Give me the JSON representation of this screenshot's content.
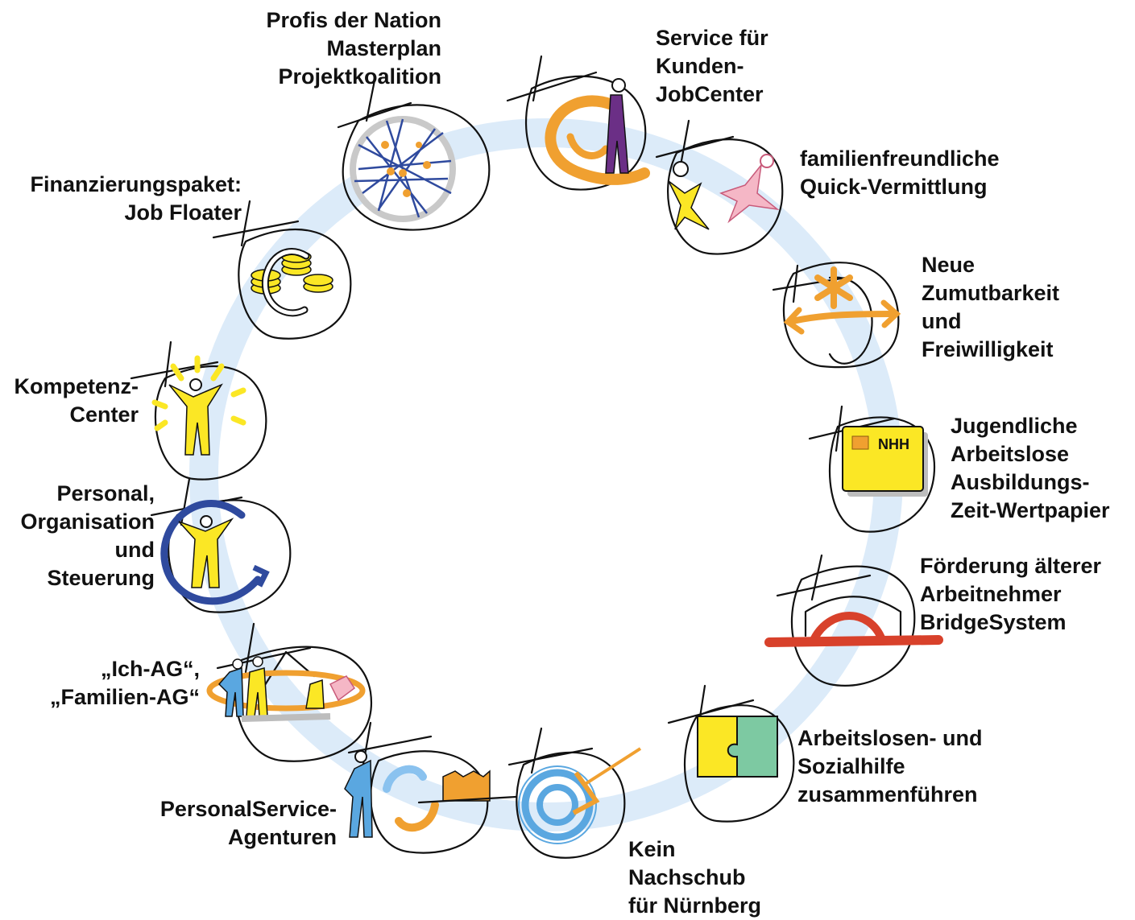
{
  "colors": {
    "ring": "#dcebf9",
    "orange": "#f0a030",
    "yellow": "#fbe725",
    "purple": "#6b2f86",
    "pink": "#f5b7c6",
    "blue": "#2f4a9e",
    "lightblue": "#5aa7e0",
    "red": "#d8412b",
    "green": "#7dc9a2",
    "gray": "#bdbdbd"
  },
  "card_badge": "NHH",
  "items": [
    {
      "id": "profis",
      "icon": "network-icon",
      "lines": [
        "Profis der Nation",
        "Masterplan",
        "Projektkoalition"
      ]
    },
    {
      "id": "service",
      "icon": "jobcenter-person-icon",
      "lines": [
        "Service für",
        "Kunden-",
        "JobCenter"
      ]
    },
    {
      "id": "familie",
      "icon": "family-figures-icon",
      "lines": [
        "familienfreundliche",
        "Quick-Vermittlung"
      ]
    },
    {
      "id": "zumutbarkeit",
      "icon": "asterisk-arrow-icon",
      "lines": [
        "Neue",
        "Zumutbarkeit",
        "und",
        "Freiwilligkeit"
      ]
    },
    {
      "id": "jugendliche",
      "icon": "chip-card-icon",
      "lines": [
        "Jugendliche",
        "Arbeitslose",
        "Ausbildungs-",
        "Zeit-Wertpapier"
      ]
    },
    {
      "id": "aeltere",
      "icon": "bridge-icon",
      "lines": [
        "Förderung älterer",
        "Arbeitnehmer",
        "BridgeSystem"
      ]
    },
    {
      "id": "sozialhilfe",
      "icon": "puzzle-icon",
      "lines": [
        "Arbeitslosen- und",
        "Sozialhilfe",
        "zusammenführen"
      ]
    },
    {
      "id": "nuernberg",
      "icon": "target-icon",
      "lines": [
        "Kein",
        "Nachschub",
        "für Nürnberg"
      ]
    },
    {
      "id": "psa",
      "icon": "person-factory-icon",
      "lines": [
        "PersonalService-",
        "Agenturen"
      ]
    },
    {
      "id": "ichag",
      "icon": "ich-ag-group-icon",
      "lines": [
        "„Ich-AG“,",
        "„Familien-AG“"
      ]
    },
    {
      "id": "personal",
      "icon": "person-cycle-icon",
      "lines": [
        "Personal,",
        "Organisation",
        "und",
        "Steuerung"
      ]
    },
    {
      "id": "kompetenz",
      "icon": "radiant-person-icon",
      "lines": [
        "Kompetenz-",
        "Center"
      ]
    },
    {
      "id": "finanzierung",
      "icon": "euro-coins-icon",
      "lines": [
        "Finanzierungspaket:",
        "Job Floater"
      ]
    }
  ]
}
